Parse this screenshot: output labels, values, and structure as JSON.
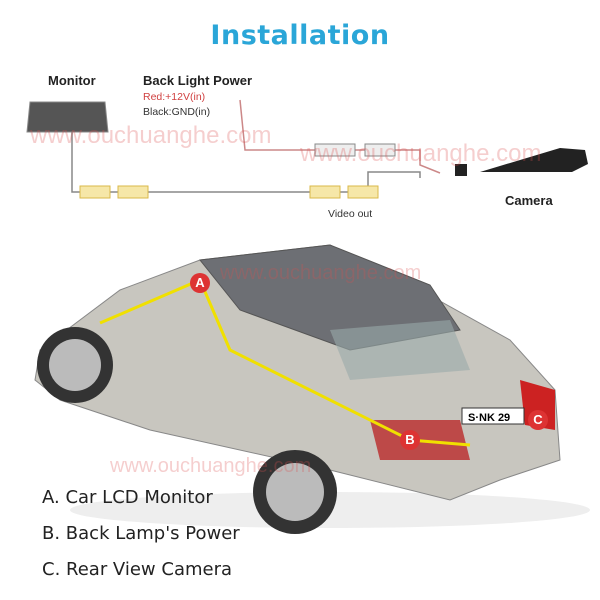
{
  "title": "Installation",
  "wiring": {
    "monitor": "Monitor",
    "back_light_power": "Back Light Power",
    "red": "Red:+12V(in)",
    "black": "Black:GND(in)",
    "video_out": "Video out",
    "camera": "Camera"
  },
  "markers": {
    "a": "A",
    "b": "B",
    "c": "C"
  },
  "plate": "S·NK 29",
  "legend": [
    "A. Car LCD Monitor",
    "B. Back Lamp's Power",
    "C. Rear View Camera"
  ],
  "watermarks": [
    "www.ouchuanghe.com",
    "www.ouchuanghe.com",
    "www.ouchuanghe.com",
    "www.ouchuanghe.com"
  ]
}
